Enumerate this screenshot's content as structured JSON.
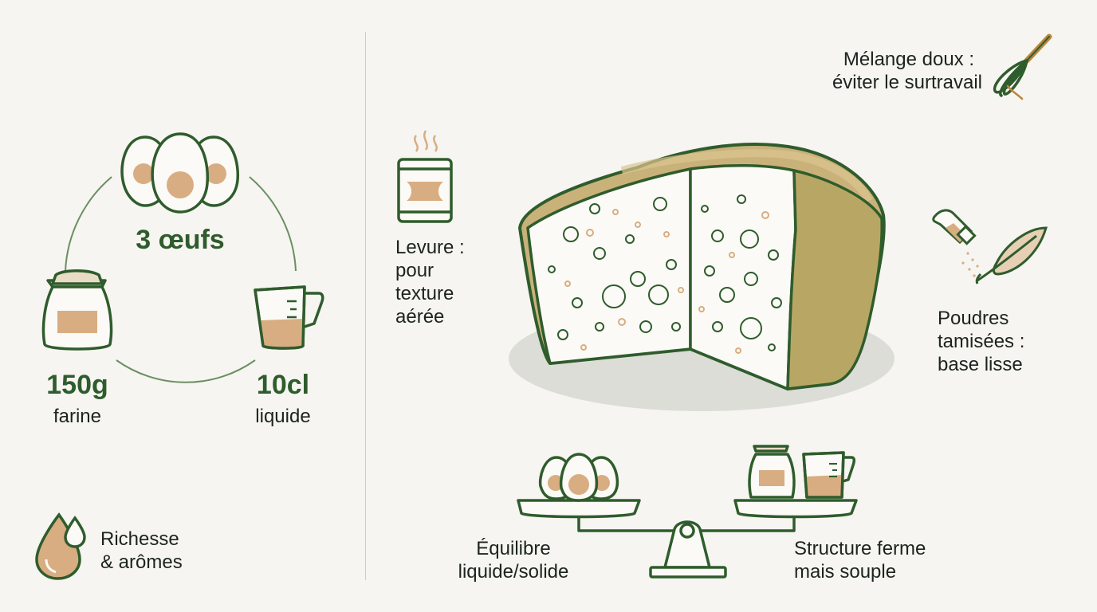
{
  "colors": {
    "outline": "#2f5c2c",
    "accent": "#d8ad82",
    "background": "#f6f5f1",
    "crumb": "#ffffff",
    "crust": "#c9b27a"
  },
  "ingredients": {
    "eggs": {
      "value": "3 œufs",
      "icon": "eggs-icon"
    },
    "flour": {
      "value": "150g",
      "label": "farine",
      "icon": "flour-sack-icon"
    },
    "liquid": {
      "value": "10cl",
      "label": "liquide",
      "icon": "measuring-cup-icon"
    }
  },
  "richness": {
    "line1": "Richesse",
    "line2": "& arômes",
    "icon": "oil-drop-icon"
  },
  "yeast": {
    "line1": "Levure :",
    "line2": "pour",
    "line3": "texture",
    "line4": "aérée",
    "icon": "yeast-can-icon"
  },
  "mixing": {
    "line1": "Mélange doux :",
    "line2": "éviter le surtravail",
    "icon": "whisk-icon"
  },
  "powders": {
    "line1": "Poudres",
    "line2": "tamisées :",
    "line3": "base lisse",
    "icon": "sifter-feather-icon"
  },
  "balance": {
    "left_line1": "Équilibre",
    "left_line2": "liquide/solide",
    "right_line1": "Structure ferme",
    "right_line2": "mais souple",
    "icon": "balance-scale-icon"
  },
  "center_image": "bread-loaf-cross-section-icon"
}
